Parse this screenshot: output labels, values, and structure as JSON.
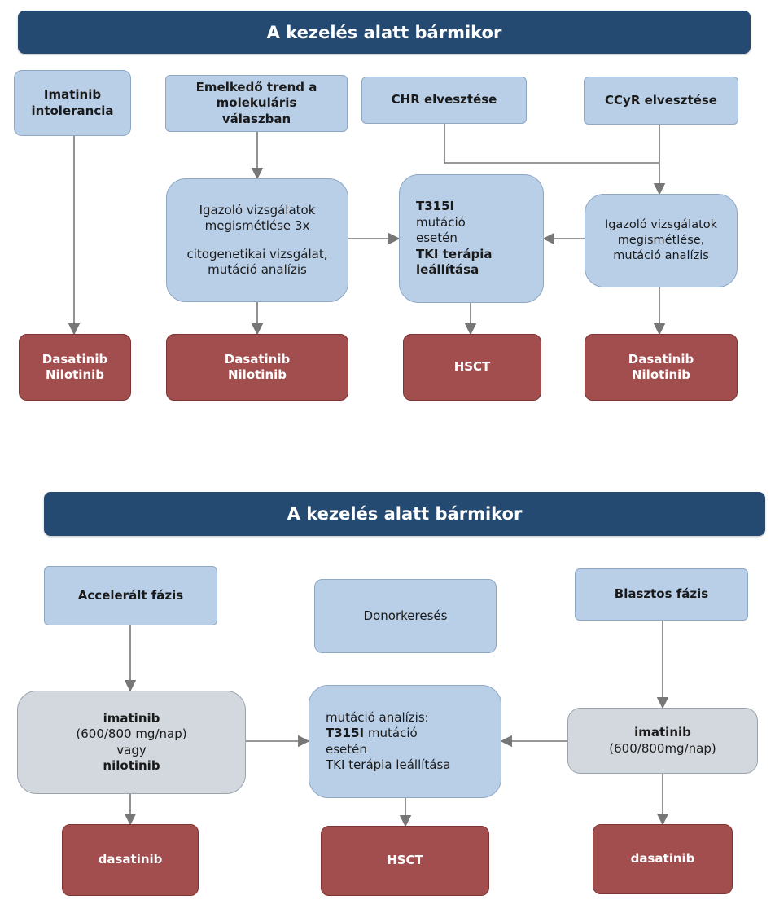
{
  "top": {
    "banner": "A kezelés alatt bármikor",
    "imatinib_intolerance": [
      "Imatinib",
      "intolerancia"
    ],
    "rising_trend": [
      "Emelkedő trend a",
      "molekuláris",
      "válaszban"
    ],
    "chr_loss": "CHR elvesztése",
    "ccyr_loss": "CCyR elvesztése",
    "confirm_tests_left": {
      "lines": [
        "Igazoló vizsgálatok",
        "megismétlése 3x"
      ],
      "lines2": [
        "citogenetikai vizsgálat,",
        "mutáció analízis"
      ]
    },
    "t315i_box": {
      "l1": "T315I",
      "l2": "mutáció",
      "l3": "esetén",
      "l4": "TKI terápia",
      "l5": "leállítása"
    },
    "confirm_tests_right": [
      "Igazoló vizsgálatok",
      "megismétlése,",
      "mutáció analízis"
    ],
    "outcome_1": [
      "Dasatinib",
      "Nilotinib"
    ],
    "outcome_2": [
      "Dasatinib",
      "Nilotinib"
    ],
    "outcome_3": "HSCT",
    "outcome_4": [
      "Dasatinib",
      "Nilotinib"
    ]
  },
  "bottom": {
    "banner": "A kezelés alatt bármikor",
    "accelerated_phase": "Accelerált fázis",
    "donor_search": "Donorkeresés",
    "blast_phase": "Blasztos fázis",
    "left_treatment": {
      "l1": "imatinib",
      "l2": "(600/800 mg/nap)",
      "l3": "vagy",
      "l4": "nilotinib"
    },
    "mid_box": {
      "l1": "mutáció analízis:",
      "l2a": "T315I",
      "l2b": " mutáció",
      "l3": "esetén",
      "l4": "TKI terápia leállítása"
    },
    "right_treatment": {
      "l1": "imatinib",
      "l2": "(600/800mg/nap)"
    },
    "outcome_left": "dasatinib",
    "outcome_mid": "HSCT",
    "outcome_right": "dasatinib"
  },
  "colors": {
    "banner": "#254a72",
    "blue_box": "#b9cfe8",
    "gray_box": "#d2d8de",
    "red_box": "#a24e4e",
    "arrow": "#777777"
  }
}
